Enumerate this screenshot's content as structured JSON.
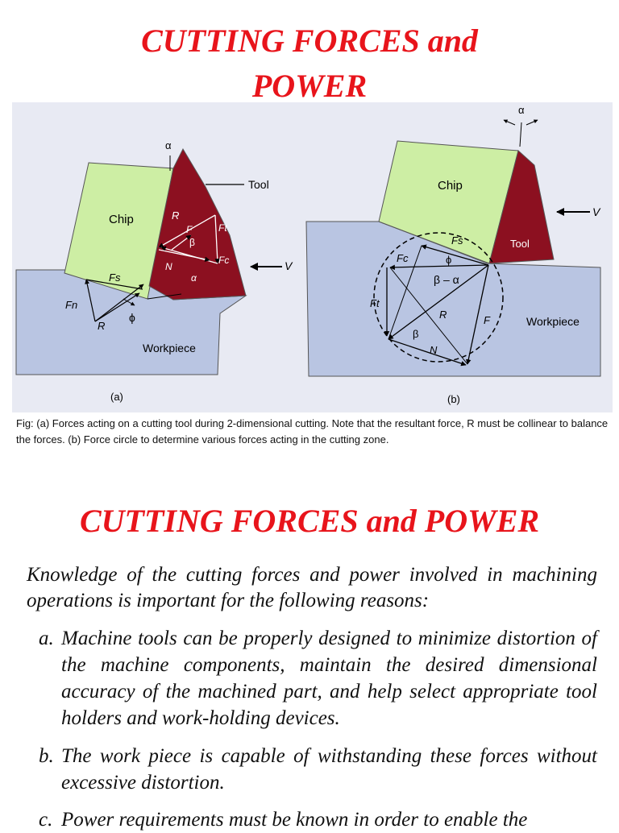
{
  "page": {
    "title_line1": "CUTTING FORCES and",
    "title_line2": "POWER",
    "section_title": "CUTTING FORCES and POWER"
  },
  "figure": {
    "left_panel": {
      "panel_label": "(a)",
      "chip": "Chip",
      "tool": "Tool",
      "workpiece": "Workpiece",
      "alpha": "α",
      "phi": "ϕ",
      "beta": "β",
      "alpha_small": "α",
      "V": "V",
      "R_top": "R",
      "F": "F",
      "Ft": "Ft",
      "Fc": "Fc",
      "N": "N",
      "Fs": "Fs",
      "Fn": "Fn",
      "R_bottom": "R"
    },
    "right_panel": {
      "panel_label": "(b)",
      "chip": "Chip",
      "tool": "Tool",
      "workpiece": "Workpiece",
      "alpha": "α",
      "V": "V",
      "Fs": "Fs",
      "Fc": "Fc",
      "phi": "ϕ",
      "beta_minus_alpha": "β – α",
      "Ft": "Ft",
      "R": "R",
      "F": "F",
      "beta": "β",
      "N": "N"
    },
    "colors": {
      "background": "#e6e8f2",
      "workpiece": "#b9c5e2",
      "chip": "#cdeea4",
      "tool": "#8c1020"
    }
  },
  "caption": "Fig: (a) Forces acting on a cutting tool during 2-dimensional cutting. Note that the resultant force, R must be collinear to balance the forces.  (b) Force circle to determine various forces acting in the cutting zone.",
  "intro": "Knowledge of the cutting forces and power involved in machining operations is important for the following reasons:",
  "items": [
    {
      "label": "a.",
      "text": "Machine tools can be properly designed to minimize distortion of the machine components, maintain the desired dimensional accuracy of the machined part, and help select appropriate tool holders and work-holding devices."
    },
    {
      "label": "b.",
      "text": "The work piece is capable of withstanding these forces without excessive distortion."
    },
    {
      "label": "c.",
      "text": "Power requirements must be known in order to enable the"
    }
  ]
}
